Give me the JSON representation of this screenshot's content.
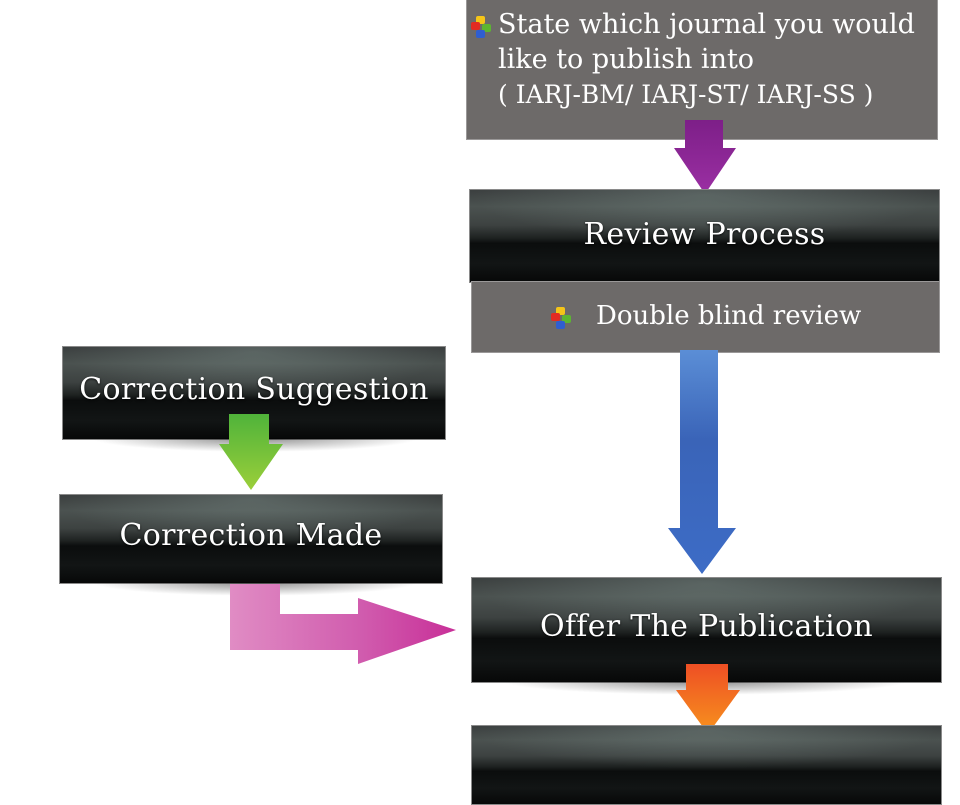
{
  "diagram": {
    "top_panel": {
      "bullet_icon": "colored-cubes-icon",
      "lines": [
        "State which journal you would",
        "like to publish into",
        "( IARJ-BM/ IARJ-ST/ IARJ-SS )"
      ]
    },
    "steps": {
      "review_process": "Review Process",
      "review_detail": "Double blind review",
      "correction_suggestion": "Correction Suggestion",
      "correction_made": "Correction Made",
      "offer_publication": "Offer The Publication",
      "bottom_step": ""
    },
    "arrows": [
      {
        "from": "top_panel",
        "to": "review_process",
        "color": "#8e2a96"
      },
      {
        "from": "review_detail",
        "to": "correction_suggestion",
        "color": "#f5a623"
      },
      {
        "from": "review_detail",
        "to": "offer_publication",
        "color": "#3f6fc0"
      },
      {
        "from": "correction_suggestion",
        "to": "correction_made",
        "color": "#6cc043"
      },
      {
        "from": "correction_made",
        "to": "offer_publication",
        "color": "#d75fb0"
      },
      {
        "from": "offer_publication",
        "to": "bottom_step",
        "color": "#f0642a"
      }
    ],
    "colors": {
      "panel_grey": "#6d6a69",
      "box_black": "#0b0d0d",
      "text": "#ffffff"
    }
  }
}
